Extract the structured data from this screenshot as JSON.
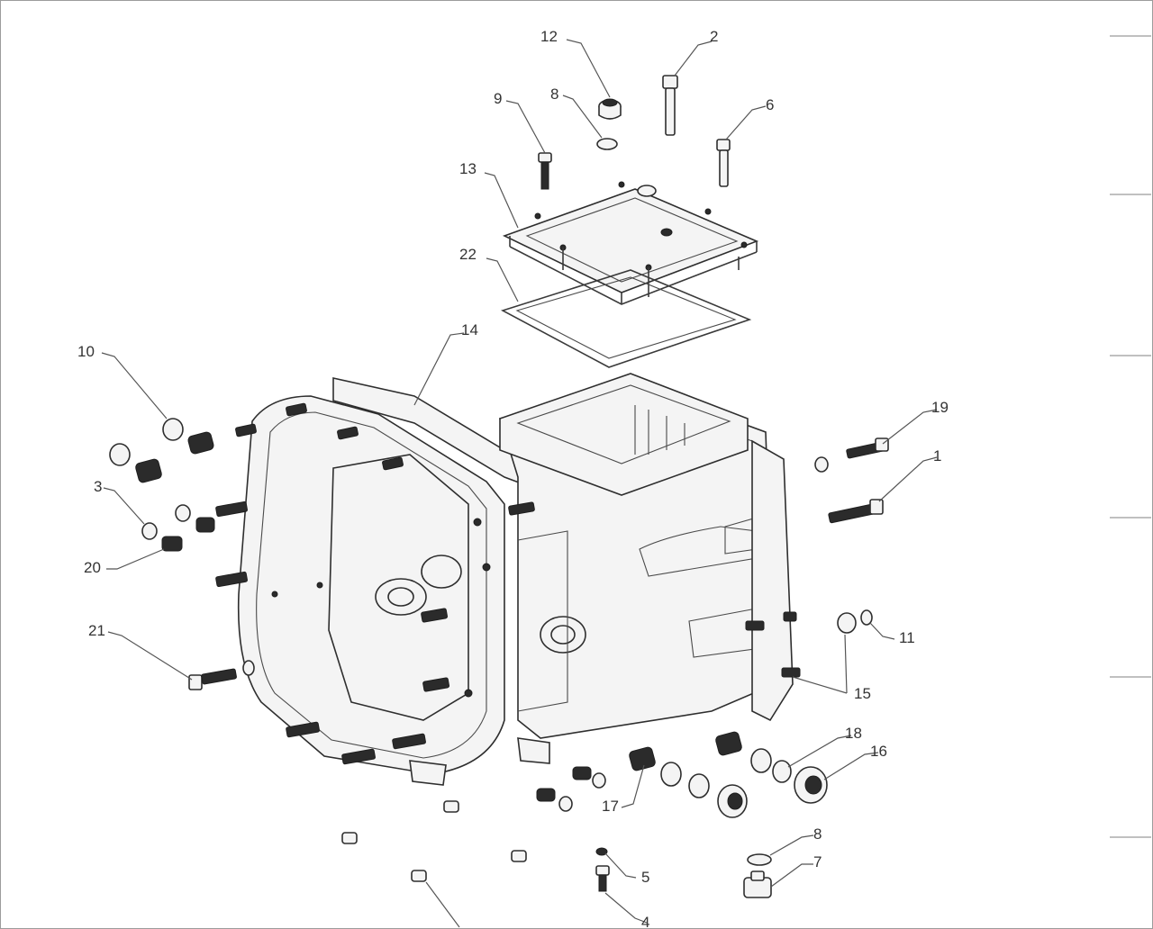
{
  "diagram": {
    "colors": {
      "line": "#2e2e2e",
      "fill": "#f4f4f4",
      "label": "#333333",
      "frame": "#9c9c9c"
    },
    "callouts": [
      {
        "id": "c12a",
        "text": "12"
      },
      {
        "id": "c2",
        "text": "2"
      },
      {
        "id": "c9",
        "text": "9"
      },
      {
        "id": "c8a",
        "text": "8"
      },
      {
        "id": "c6",
        "text": "6"
      },
      {
        "id": "c13",
        "text": "13"
      },
      {
        "id": "c22",
        "text": "22"
      },
      {
        "id": "c14",
        "text": "14"
      },
      {
        "id": "c10",
        "text": "10"
      },
      {
        "id": "c19",
        "text": "19"
      },
      {
        "id": "c1",
        "text": "1"
      },
      {
        "id": "c3",
        "text": "3"
      },
      {
        "id": "c20",
        "text": "20"
      },
      {
        "id": "c21",
        "text": "21"
      },
      {
        "id": "c11",
        "text": "11"
      },
      {
        "id": "c15",
        "text": "15"
      },
      {
        "id": "c18",
        "text": "18"
      },
      {
        "id": "c16",
        "text": "16"
      },
      {
        "id": "c17",
        "text": "17"
      },
      {
        "id": "c8b",
        "text": "8"
      },
      {
        "id": "c7",
        "text": "7"
      },
      {
        "id": "c5",
        "text": "5"
      },
      {
        "id": "c4",
        "text": "4"
      }
    ]
  }
}
